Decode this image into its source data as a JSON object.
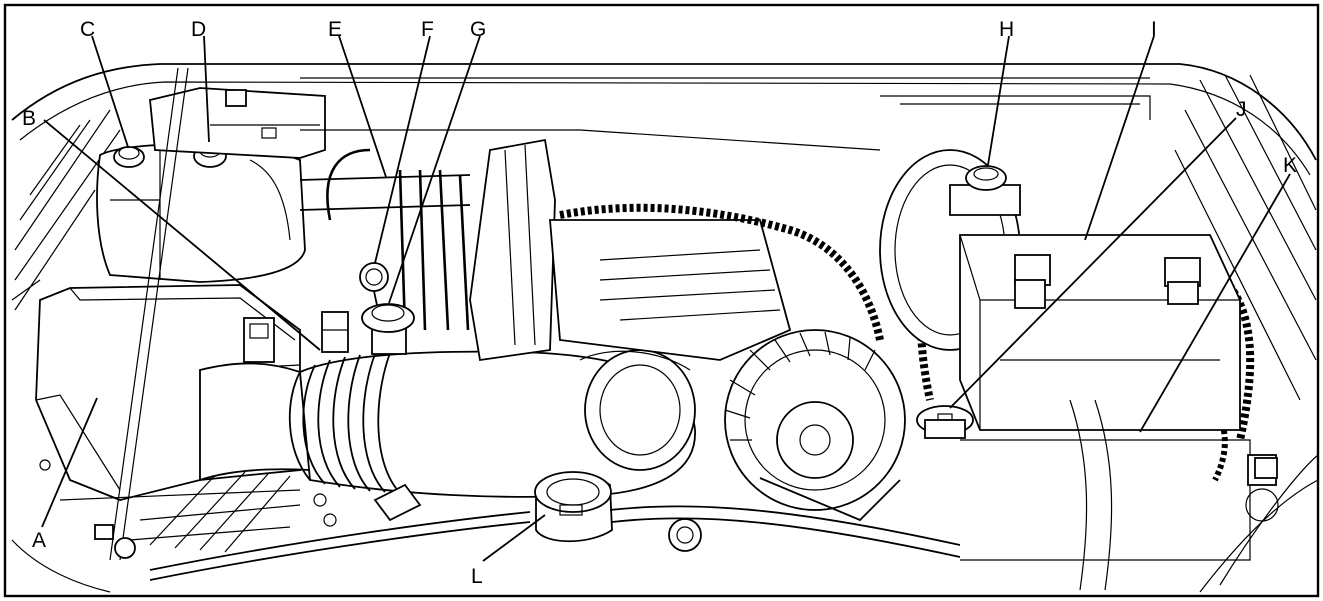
{
  "diagram": {
    "labels": {
      "a": "A",
      "b": "B",
      "c": "C",
      "d": "D",
      "e": "E",
      "f": "F",
      "g": "G",
      "h": "H",
      "i": "I",
      "j": "J",
      "k": "K",
      "l": "L"
    }
  }
}
